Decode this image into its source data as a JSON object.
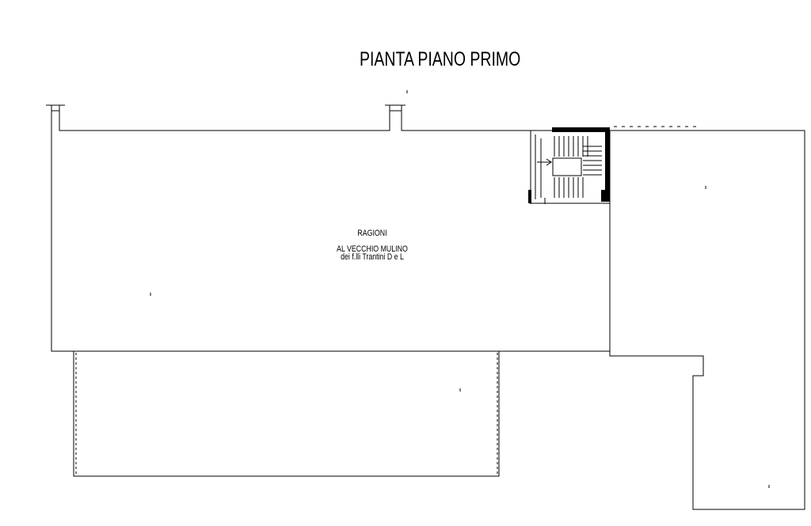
{
  "drawing": {
    "title": "PIANTA PIANO PRIMO",
    "room_label": {
      "line1": "RAGIONI",
      "line2": "AL VECCHIO MULINO",
      "line3": "dei f.lli Trantini D e L"
    }
  },
  "colors": {
    "line": "#000000",
    "background": "#ffffff"
  }
}
